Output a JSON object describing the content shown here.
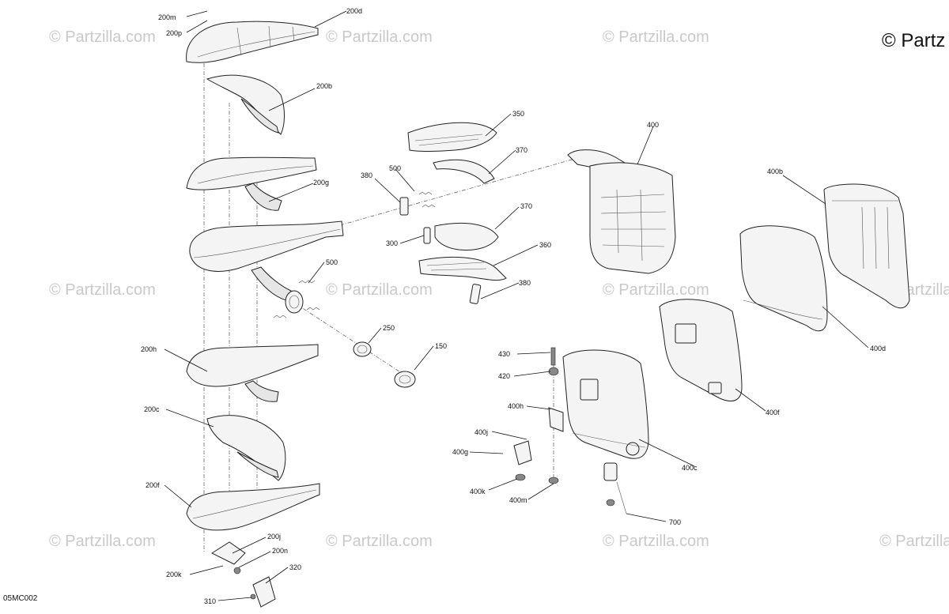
{
  "watermark": "© Partzilla.com",
  "watermark_corner": "© Partz",
  "diagram_code": "05MC002",
  "labels": {
    "l200m": "200m",
    "l200p": "200p",
    "l200d": "200d",
    "l200b": "200b",
    "l200g": "200g",
    "l200h": "200h",
    "l200c": "200c",
    "l200f": "200f",
    "l200j": "200j",
    "l200n": "200n",
    "l200k": "200k",
    "l320": "320",
    "l310": "310",
    "l500a": "500",
    "l500b": "500",
    "l250": "250",
    "l150": "150",
    "l350": "350",
    "l370a": "370",
    "l370b": "370",
    "l380a": "380",
    "l380b": "380",
    "l300": "300",
    "l360": "360",
    "l400": "400",
    "l400b": "400b",
    "l400d": "400d",
    "l400f": "400f",
    "l400c": "400c",
    "l430": "430",
    "l420": "420",
    "l400h": "400h",
    "l400j": "400j",
    "l400g": "400g",
    "l400k": "400k",
    "l400m": "400m",
    "l700": "700"
  }
}
